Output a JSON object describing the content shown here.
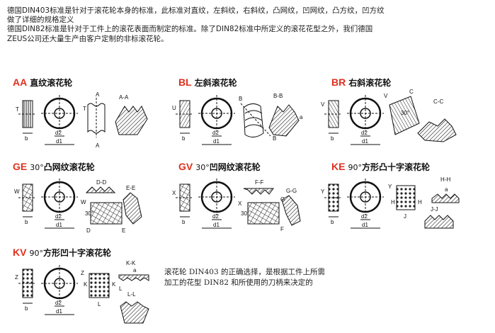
{
  "intro": {
    "line1": "德国DIN403标准是针对于滚花轮本身的标准，此标准对直纹，左斜纹，右斜纹，凸网纹，凹网纹，凸方纹，凹方纹",
    "line2": "做了详细的规格定义",
    "line3": "德国DIN82标准是针对于工件上的滚花表面而制定的标准。除了DIN82标准中所定义的滚花花型之外，我们德国",
    "line4": "ZEUS公司还大量生产由客户定制的非标滚花轮。"
  },
  "sections": {
    "aa": {
      "code": "AA",
      "name": "直纹滚花轮",
      "face_label": "T",
      "section_label": "A",
      "view_label": "A-A"
    },
    "bl": {
      "code": "BL",
      "name": "左斜滚花轮",
      "face_label": "U",
      "section_label": "B",
      "view_label": "B-B"
    },
    "br": {
      "code": "BR",
      "name": "右斜滚花轮",
      "face_label": "V",
      "section_label": "C",
      "view_label": "C-C"
    },
    "ge": {
      "code": "GE",
      "degree": "30°",
      "name": "凸网纹滚花轮",
      "face_label": "W",
      "section_label": "D",
      "view_label": "D-D",
      "view_label2": "E-E",
      "section_label2": "E"
    },
    "gv": {
      "code": "GV",
      "degree": "30°",
      "name": "凹网纹滚花轮",
      "face_label": "X",
      "section_label": "F",
      "view_label": "F-F",
      "view_label2": "G-G",
      "section_label2": "G"
    },
    "ke": {
      "code": "KE",
      "degree": "90°",
      "name": "方形凸十字滚花轮",
      "face_label": "Y",
      "section_label": "H",
      "view_label": "H-H",
      "view_label2": "J-J",
      "section_label2": "J"
    },
    "kv": {
      "code": "KV",
      "degree": "90°",
      "name": "方形凹十字滚花轮",
      "face_label": "Z",
      "section_label": "K",
      "view_label": "K-K",
      "view_label2": "L-L",
      "section_label2": "L"
    }
  },
  "dims": {
    "b": "b",
    "d1": "d1",
    "d2": "d2",
    "a": "a",
    "angle30": "30°"
  },
  "note": {
    "line1": "滚花轮  DIN403  的正确选择，是根据工件上所需",
    "line2": "加工的花型  DIN82  和所使用的刀柄来决定的"
  },
  "colors": {
    "code": "#e0301e",
    "line": "#111111"
  }
}
